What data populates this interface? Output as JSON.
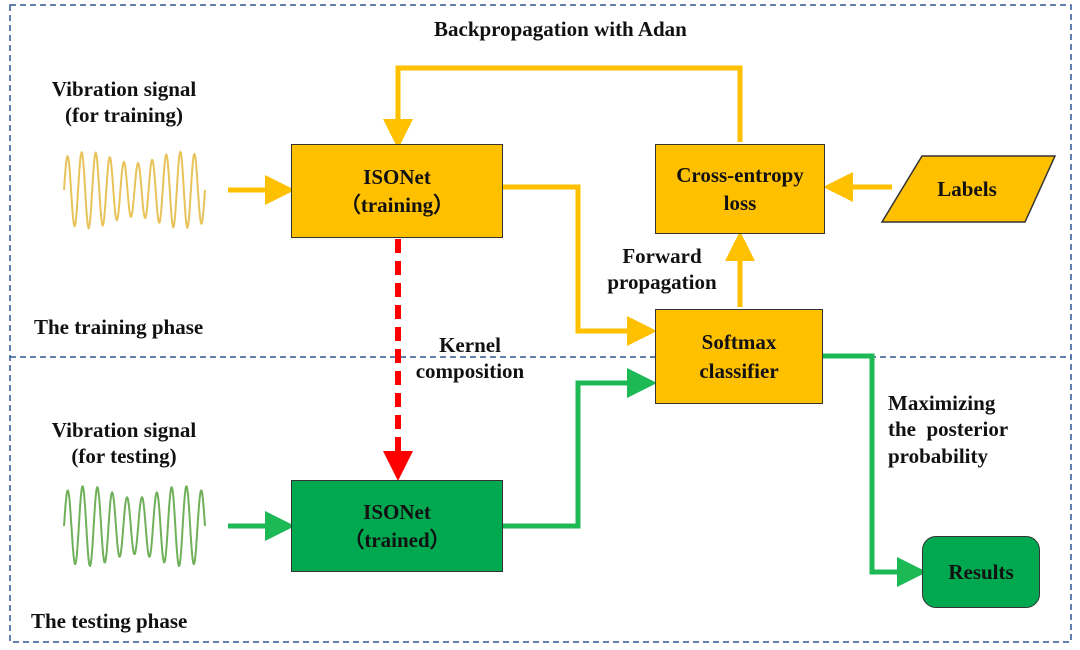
{
  "colors": {
    "training_node": "#ffc000",
    "testing_node": "#00a850",
    "training_arrow": "#ffc000",
    "testing_arrow": "#1db954",
    "kernel_arrow": "#ff0000",
    "frame_dash": "#2f5597",
    "train_wave": "#e8c35a",
    "test_wave": "#70b05a"
  },
  "header": {
    "backprop_label": "Backpropagation with Adan"
  },
  "training": {
    "phase_label": "The training phase",
    "signal_label_line1": "Vibration signal",
    "signal_label_line2": "(for training)",
    "isonet_title": "ISONet",
    "isonet_sub": "（training）",
    "forward_line1": "Forward",
    "forward_line2": "propagation",
    "loss_line1": "Cross-entropy",
    "loss_line2": "loss",
    "labels_node": "Labels",
    "softmax_line1": "Softmax",
    "softmax_line2": "classifier"
  },
  "kernel": {
    "line1": "Kernel",
    "line2": "composition"
  },
  "testing": {
    "phase_label": "The testing phase",
    "signal_label_line1": "Vibration signal",
    "signal_label_line2": "(for testing)",
    "isonet_title": "ISONet",
    "isonet_sub": "（trained）",
    "maximize_line1": "Maximizing",
    "maximize_line2": "the  posterior",
    "maximize_line3": "probability",
    "results_node": "Results"
  }
}
